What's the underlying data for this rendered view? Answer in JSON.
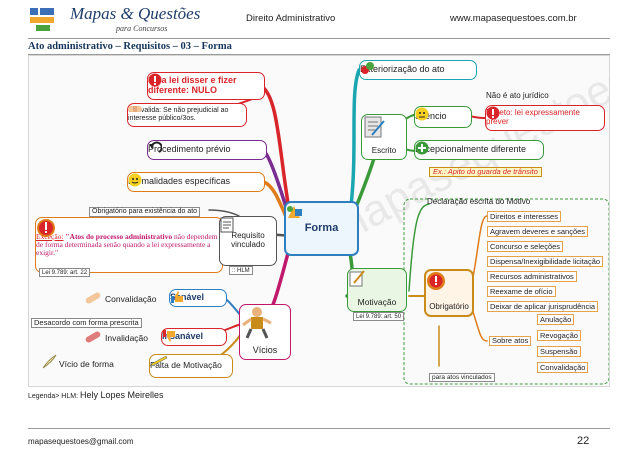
{
  "header": {
    "brand": "Mapas & Questões",
    "brand_sub": "para Concursos",
    "subject": "Direito Administrativo",
    "site": "www.mapasequestoes.com.br"
  },
  "page_title": "Ato administrativo – Requisitos – 03 – Forma",
  "map": {
    "center": "Forma",
    "watermark": "mapasequestoes",
    "left": {
      "nulo": "Se a lei disser e fizer diferente: NULO",
      "convalida": "Convalida: Se não prejudicial ao interesse público/3os.",
      "procedimento": "Procedimento prévio",
      "formalidades": "Formalidades específicas",
      "obrigatorio": "Obrigatório para existência do ato",
      "excecao_label": "Exceção:",
      "excecao_bold": "\"Atos do processo administrativo",
      "excecao_rest": "não dependem de forma determinada senão quando a lei expressamente a exigir.\"",
      "lei_22": "Lei 9.789: art. 22",
      "requisito": "Requisito vinculado",
      "hlm": ":: HLM",
      "convalidacao": "Convalidação",
      "sanavel": "Sanável",
      "desacordo": "Desacordo com forma prescrita",
      "invalidacao": "Invalidação",
      "insanavel": "Insanável",
      "vicio": "Vício de forma",
      "falta": "Falta de Motivação",
      "vicios": "Vícios"
    },
    "right": {
      "exteriorizacao": "Exteriorização do ato",
      "escrito": "Escrito",
      "nao_juridico": "Não é ato jurídico",
      "silencio": "Silêncio",
      "excecao_lei": "Exceto: lei expressamente prever",
      "excepcional": "Excepcionalmente diferente",
      "apito": "Ex.: Apito do guarda de trânsito",
      "declaracao": "Declaração escrita do Motivo",
      "motivacao": "Motivação",
      "lei_50": "Lei 9.789: art. 50",
      "obrigatorio": "Obrigatório",
      "atos_vinculados": "para atos vinculados",
      "sobre_atos": "Sobre atos",
      "items": [
        "Direitos e interesses",
        "Agravem deveres e sanções",
        "Concurso e seleções",
        "Dispensa/Inexigibilidade licitação",
        "Recursos administrativos",
        "Reexame de ofício",
        "Deixar de aplicar jurisprudência"
      ],
      "sobre_items": [
        "Anulação",
        "Revogação",
        "Suspensão",
        "Convalidação"
      ]
    }
  },
  "legend": {
    "label": "Legenda>",
    "abbr": "HLM:",
    "name": "Hely Lopes Meirelles"
  },
  "footer": {
    "email": "mapasequestoes@gmail.com",
    "page": "22"
  },
  "colors": {
    "title": "#17365d",
    "red": "#d9252a",
    "magenta": "#c0196b",
    "purple": "#7a2c90",
    "orange": "#e07b1a",
    "blue": "#2f7fbf",
    "green": "#3a9a3a",
    "teal": "#1aa6b0",
    "gold": "#c98b1a"
  }
}
